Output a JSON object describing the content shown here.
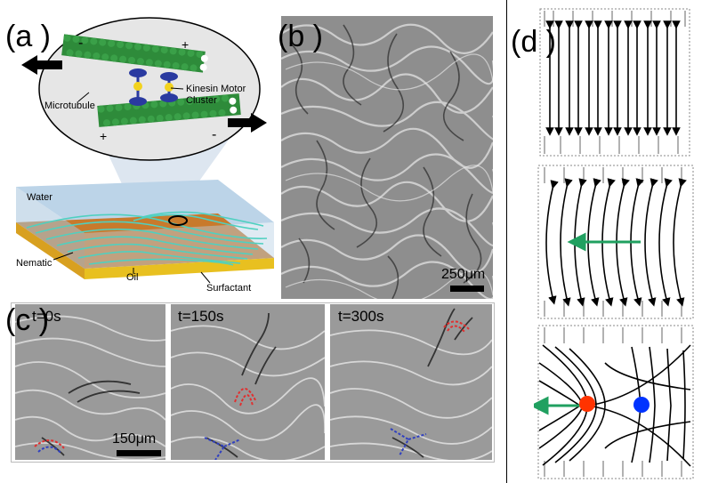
{
  "panels": {
    "a": {
      "letter": "(a )",
      "labels": {
        "microtubule": "Microtubule",
        "kinesin": "Kinesin Motor",
        "cluster": "Cluster",
        "water": "Water",
        "nematic": "Nematic",
        "oil": "Oil",
        "surfactant": "Surfactant",
        "minus": "-",
        "plus": "+"
      }
    },
    "b": {
      "letter": "(b )",
      "scale": "250μm"
    },
    "c": {
      "letter": "(c )",
      "times": [
        "t=0s",
        "t=150s",
        "t=300s"
      ],
      "scale": "150μm"
    },
    "d": {
      "letter": "(d )"
    }
  },
  "colors": {
    "defect_red": "#e03030",
    "defect_blue": "#3040c0",
    "arrow_green": "#20a060",
    "dot_red": "#ff3300",
    "dot_blue": "#0033ff"
  }
}
